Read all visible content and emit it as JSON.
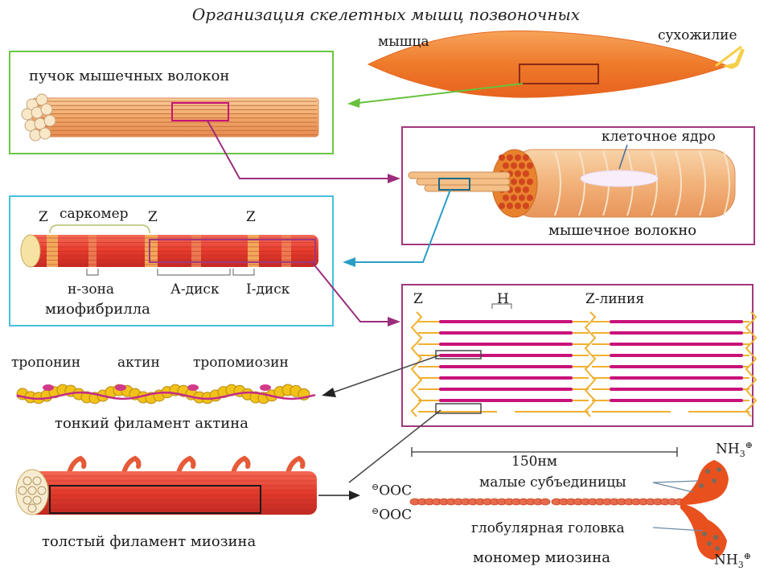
{
  "title": "Организация скелетных мышц позвоночных",
  "labels": {
    "muscle": "мышца",
    "tendon": "сухожилие",
    "bundle": "пучок мышечных волокон",
    "nucleus": "клеточное ядро",
    "fiber": "мышечное волокно",
    "z": "Z",
    "sarcomere": "саркомер",
    "h_zone": "н-зона",
    "a_disk": "А-диск",
    "i_disk": "I-диск",
    "myofibril": "миофибрилла",
    "h": "H",
    "z_line": "Z-линия",
    "troponin": "тропонин",
    "actin": "актин",
    "tropomyosin": "тропомиозин",
    "thin_filament": "тонкий филамент актина",
    "thick_filament": "толстый филамент миозина",
    "length": "150нм",
    "small_subunits": "малые субъединицы",
    "globular_head": "глобулярная головка",
    "monomer": "мономер миозина",
    "nh": "NH",
    "nh_sub": "3",
    "charge_plus": "⊕",
    "ooc": "OOC",
    "charge_minus": "⊖"
  },
  "colors": {
    "muscle": "#ee7c2c",
    "red": "#e0342a",
    "magenta": "#c8127a",
    "thin": "#f0b030",
    "green_frame": "#6cc644",
    "cyan_frame": "#45c0dc",
    "purple_frame": "#a2377c",
    "actin_bead": "#f2c21a"
  }
}
